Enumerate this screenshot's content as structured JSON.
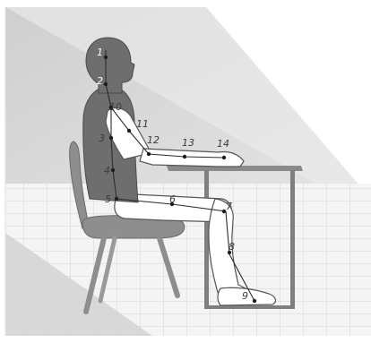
{
  "figure": {
    "markers": [
      {
        "id": "marker-1",
        "label": "1",
        "tone": "light"
      },
      {
        "id": "marker-2",
        "label": "2",
        "tone": "light"
      },
      {
        "id": "marker-3",
        "label": "3",
        "tone": "dark"
      },
      {
        "id": "marker-4",
        "label": "4",
        "tone": "dark"
      },
      {
        "id": "marker-5",
        "label": "5",
        "tone": "dark"
      },
      {
        "id": "marker-6",
        "label": "6",
        "tone": "dark"
      },
      {
        "id": "marker-7",
        "label": "7",
        "tone": "dark"
      },
      {
        "id": "marker-8",
        "label": "8",
        "tone": "dark"
      },
      {
        "id": "marker-9",
        "label": "9",
        "tone": "dark"
      },
      {
        "id": "marker-10",
        "label": "10",
        "tone": "dark"
      },
      {
        "id": "marker-11",
        "label": "11",
        "tone": "dark"
      },
      {
        "id": "marker-12",
        "label": "12",
        "tone": "dark"
      },
      {
        "id": "marker-13",
        "label": "13",
        "tone": "dark"
      },
      {
        "id": "marker-14",
        "label": "14",
        "tone": "dark"
      }
    ],
    "colors": {
      "background": "#ffffff",
      "wall": "#d6d6d6",
      "floor_grid": "#f2f2f2",
      "head_torso": "#6e6e6e",
      "chair": "#8e8e8e",
      "desk": "#8a8a8a",
      "limb_outline": "#555555"
    }
  }
}
